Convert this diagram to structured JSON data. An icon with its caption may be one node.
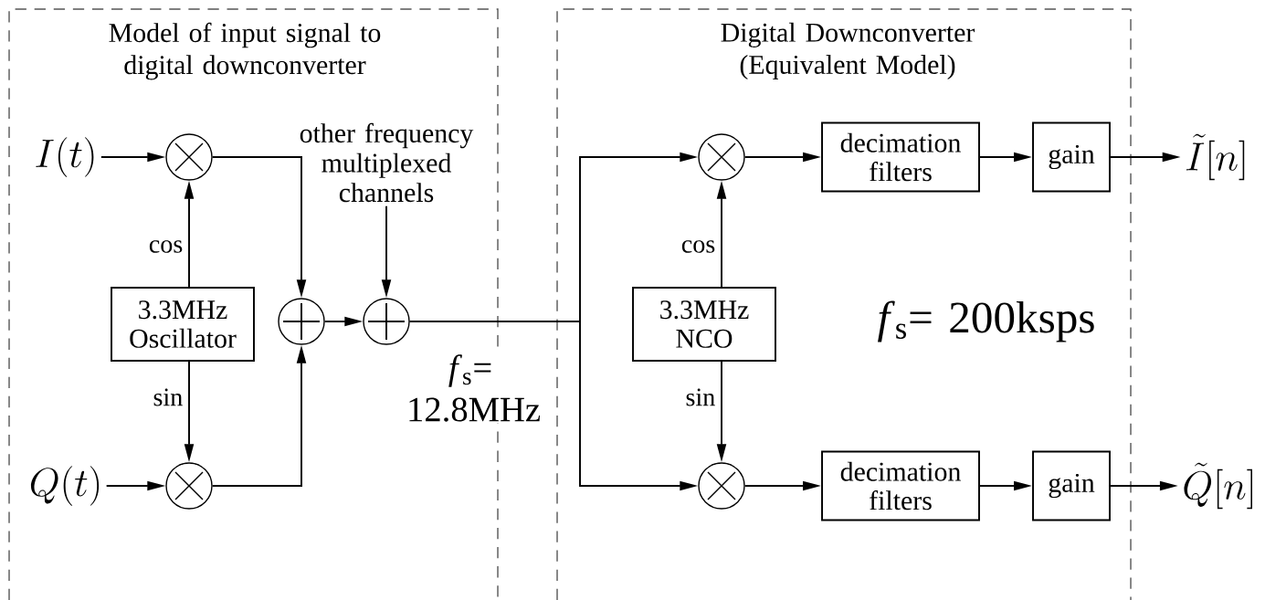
{
  "diagram": {
    "nodes": [
      {
        "text": [
          "Model of input signal to digital downconverter"
        ]
      },
      {
        "text": [
          "Digital Downconverter (Equivalent Model)"
        ]
      },
      {
        "text": [
          "I(t)"
        ],
        "in": 0
      },
      {
        "text": [],
        "shape": "circle",
        "in": 0
      },
      {
        "text": [
          "3.3MHz Oscillator"
        ],
        "in": 0
      },
      {
        "text": [
          "Q(t)"
        ],
        "in": 0
      },
      {
        "text": [],
        "shape": "circle",
        "in": 0
      },
      {
        "text": [],
        "shape": "circle",
        "in": 0
      },
      {
        "text": [],
        "shape": "circle",
        "in": 0
      },
      {
        "text": [
          "other frequency multiplexed channels"
        ],
        "in": 0
      },
      {
        "text": [
          "3.3MHz NCO"
        ],
        "in": 1
      },
      {
        "text": [],
        "shape": "circle",
        "in": 1
      },
      {
        "text": [],
        "shape": "circle",
        "in": 1
      },
      {
        "text": [
          "decimation filters"
        ],
        "in": 1
      },
      {
        "text": [
          "gain"
        ],
        "in": 1
      },
      {
        "text": [
          "\\tilde{I}[n]"
        ]
      },
      {
        "text": [
          "decimation filters"
        ],
        "in": 1
      },
      {
        "text": [
          "gain"
        ],
        "in": 1
      },
      {
        "text": [
          "\\tilde{Q}[n]"
        ]
      }
    ],
    "edges": [
      {
        "from": 2,
        "to": 3,
        "arrow": "to"
      },
      {
        "from": 4,
        "to": 3,
        "arrow": "to",
        "label": "cos"
      },
      {
        "from": 4,
        "to": 6,
        "arrow": "to",
        "label": "sin"
      },
      {
        "from": 5,
        "to": 6,
        "arrow": "to"
      },
      {
        "from": 3,
        "to": 7,
        "arrow": "to"
      },
      {
        "from": 6,
        "to": 7,
        "arrow": "to"
      },
      {
        "from": 7,
        "to": 8,
        "arrow": "to"
      },
      {
        "from": 9,
        "to": 8,
        "arrow": "to"
      },
      {
        "from": 8,
        "to": 11,
        "arrow": "to"
      },
      {
        "from": 8,
        "to": 12,
        "arrow": "to"
      },
      {
        "from": 10,
        "to": 11,
        "arrow": "to",
        "label": "cos"
      },
      {
        "from": 10,
        "to": 12,
        "arrow": "to",
        "label": "sin"
      },
      {
        "from": 11,
        "to": 13,
        "arrow": "to"
      },
      {
        "from": 13,
        "to": 14,
        "arrow": "to"
      },
      {
        "from": 14,
        "to": 15,
        "arrow": "to"
      },
      {
        "from": 12,
        "to": 16,
        "arrow": "to"
      },
      {
        "from": 16,
        "to": 17,
        "arrow": "to"
      },
      {
        "from": 17,
        "to": 18,
        "arrow": "to"
      }
    ],
    "labels": [
      "*f*$_{s}$= 12.8MHz",
      "*f*$_{s}$= 200ksps"
    ]
  }
}
